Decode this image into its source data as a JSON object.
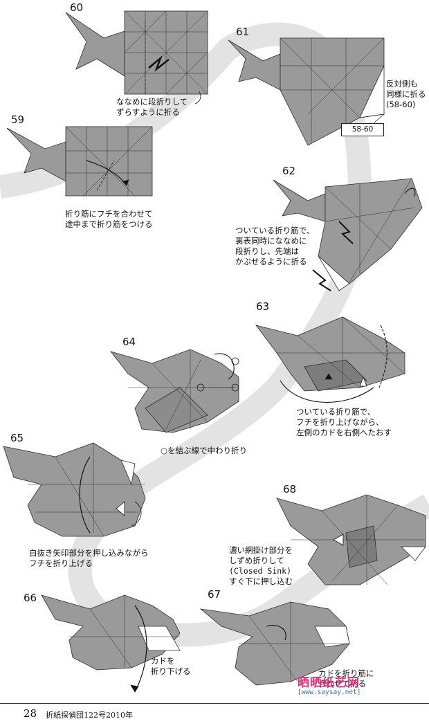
{
  "steps": {
    "s59": {
      "number": "59",
      "caption": [
        "折り筋にフチを合わせて",
        "途中まで折り筋をつける"
      ]
    },
    "s60": {
      "number": "60",
      "caption": [
        "ななめに段折りして",
        "ずらすように折る"
      ]
    },
    "s61": {
      "number": "61",
      "caption": [
        "反対側も",
        "同様に折る",
        "(58-60)"
      ],
      "ref_label": "58-60"
    },
    "s62": {
      "number": "62",
      "caption": [
        "ついている折り筋で、",
        "裏表同時にななめに",
        "段折りし、先端は",
        "かぶせるように折る"
      ]
    },
    "s63": {
      "number": "63",
      "caption": [
        "ついている折り筋で、",
        "フチを折り上げながら、",
        "左側のカドを右側へたおす"
      ]
    },
    "s64": {
      "number": "64",
      "caption": [
        "○を結ぶ線で中わり折り"
      ]
    },
    "s65": {
      "number": "65",
      "caption": [
        "白抜き矢印部分を押し込みながら",
        "フチを折り上げる"
      ]
    },
    "s66": {
      "number": "66",
      "caption": [
        "カドを",
        "折り下げる"
      ]
    },
    "s67": {
      "number": "67",
      "caption": [
        "カドを折り筋に",
        "合わせて折る"
      ]
    },
    "s68": {
      "number": "68",
      "caption": [
        "濃い網掛け部分を",
        "しずめ折りして",
        "(Closed Sink)",
        "すぐ下に押し込む"
      ]
    }
  },
  "footer": {
    "page_number": "28",
    "publication": "折紙探偵団122号2010年"
  },
  "watermark": {
    "title": "晒晒纸艺网",
    "url": "[www.saysay.net]"
  },
  "colors": {
    "paper_fill": "#9a9a9a",
    "paper_dark": "#7d7d7d",
    "line": "#2a2a2a",
    "swirl": "#e4e4e4",
    "white_flap": "#ffffff"
  }
}
